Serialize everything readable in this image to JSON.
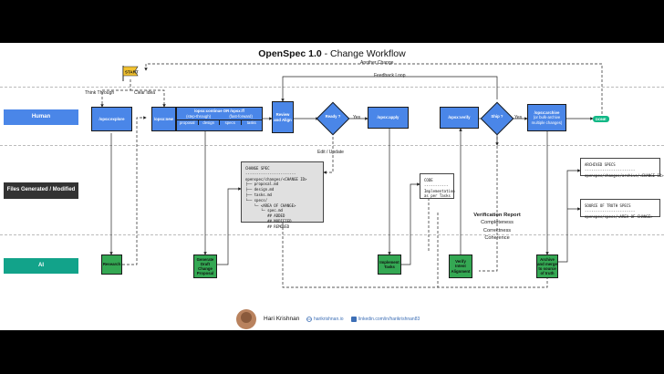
{
  "title": {
    "bold": "OpenSpec 1.0",
    "rest": " - Change Workflow"
  },
  "lanes": {
    "human": "Human",
    "files": "Files Generated / Modified",
    "ai": "AI"
  },
  "start_flag": "START",
  "done_badge": "DONE",
  "edge_labels": {
    "another_change": "Another Change",
    "feedback_loop": "Feedback Loop",
    "think_through": "Think Through",
    "clear_idea": "Clear Idea",
    "yes1": "Yes",
    "yes2": "Yes",
    "edit_update": "Edit / Update"
  },
  "human_nodes": {
    "explore": "/opsx:explore",
    "new": "/opsx:new",
    "continue_ff": "/opsx:continue OR /opsx:ff",
    "step_through": "(step-through)",
    "fast_forward": "(fast-forward)",
    "tabs": [
      "proposal",
      "design",
      "specs",
      "tasks"
    ],
    "review": "Review and Align",
    "ready": "Ready ?",
    "apply": "/opsx:apply",
    "verify": "/opsx:verify",
    "ship": "Ship ?",
    "archive": "/opsx:archive",
    "archive_sub": "(or bulk-archive multiple changes)"
  },
  "ai_nodes": {
    "research": "Research",
    "generate": "Generate Draft Change Proposal",
    "implement": "Implement Tasks",
    "verify": "Verify Intent Alignment",
    "archive": "Archive and merge to source of truth"
  },
  "change_spec": {
    "text": "CHANGE SPEC\n-----------------------\nopenspec/changes/<CHANGE ID>\n├── proposal.md\n├── design.md\n├── tasks.md\n└── specs/\n    └─ <AREA OF CHANGE>\n       └─ spec.md\n          ## ADDED\n          ## MODIFIED\n          ## REMOVED"
  },
  "code_box": {
    "text": "CODE\n-----------\nImplementation\nas per Tasks"
  },
  "verification": {
    "heading": "Verification Report",
    "items": [
      "Completeness",
      "Correctness",
      "Coherence"
    ]
  },
  "archived_specs": {
    "text": "ARCHIVED SPECS\n-----------------------\nopenspec/changes/archive/<CHANGE ID>"
  },
  "source_truth": {
    "text": "SOURCE OF TRUTH SPECS\n-----------------------\nopenspec/specs/<AREA OF CHANGE>"
  },
  "footer": {
    "name": "Hari Krishnan",
    "site": "harikrishnan.io",
    "linkedin": "linkedin.com/in/harikrishnan83"
  }
}
